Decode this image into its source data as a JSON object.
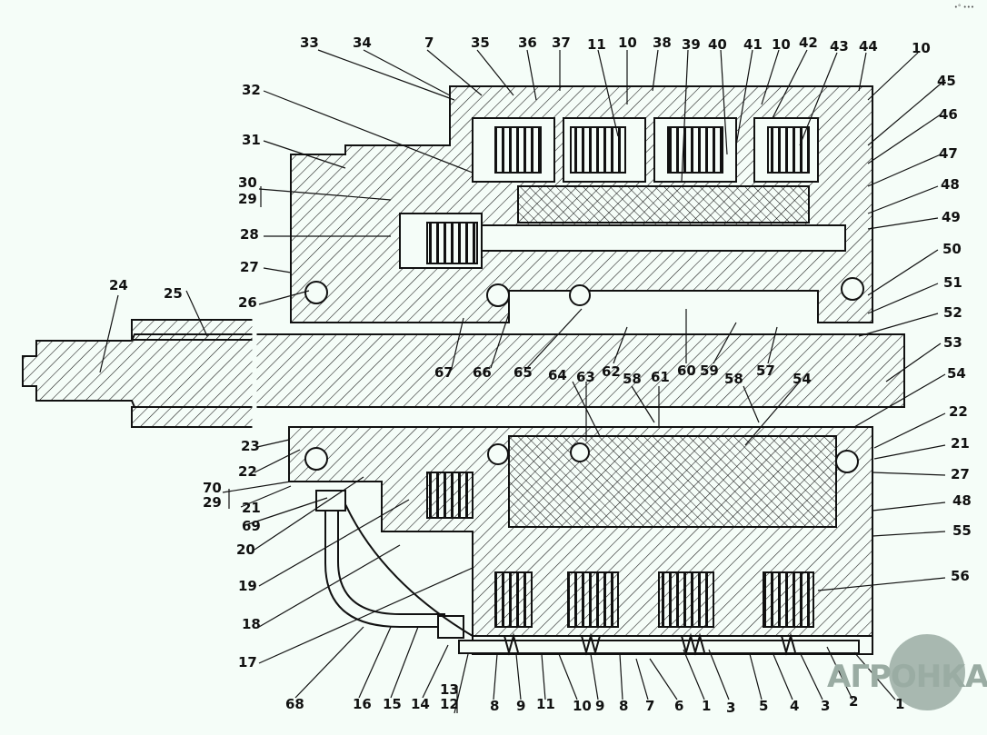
{
  "title": "Gearbox with hydraulically actuated multi-plate clutches – sectional view",
  "corner_mark": "•° •••",
  "watermark": {
    "text": "АГРОНКА",
    "color": "#9aaca3"
  },
  "colors": {
    "background": "#f5fdf8",
    "ink": "#111111"
  },
  "callouts": [
    {
      "id": "c33",
      "text": "33"
    },
    {
      "id": "c34",
      "text": "34"
    },
    {
      "id": "c7a",
      "text": "7"
    },
    {
      "id": "c35",
      "text": "35"
    },
    {
      "id": "c36",
      "text": "36"
    },
    {
      "id": "c37",
      "text": "37"
    },
    {
      "id": "c11a",
      "text": "11"
    },
    {
      "id": "c10a",
      "text": "10"
    },
    {
      "id": "c38",
      "text": "38"
    },
    {
      "id": "c39",
      "text": "39"
    },
    {
      "id": "c40",
      "text": "40"
    },
    {
      "id": "c41",
      "text": "41"
    },
    {
      "id": "c10b",
      "text": "10"
    },
    {
      "id": "c42",
      "text": "42"
    },
    {
      "id": "c43",
      "text": "43"
    },
    {
      "id": "c44",
      "text": "44"
    },
    {
      "id": "c10c",
      "text": "10"
    },
    {
      "id": "c45",
      "text": "45"
    },
    {
      "id": "c46",
      "text": "46"
    },
    {
      "id": "c47",
      "text": "47"
    },
    {
      "id": "c48a",
      "text": "48"
    },
    {
      "id": "c49",
      "text": "49"
    },
    {
      "id": "c50",
      "text": "50"
    },
    {
      "id": "c51",
      "text": "51"
    },
    {
      "id": "c52",
      "text": "52"
    },
    {
      "id": "c53",
      "text": "53"
    },
    {
      "id": "c54a",
      "text": "54"
    },
    {
      "id": "c22b",
      "text": "22"
    },
    {
      "id": "c21b",
      "text": "21"
    },
    {
      "id": "c27b",
      "text": "27"
    },
    {
      "id": "c48b",
      "text": "48"
    },
    {
      "id": "c55",
      "text": "55"
    },
    {
      "id": "c56",
      "text": "56"
    },
    {
      "id": "c32",
      "text": "32"
    },
    {
      "id": "c31",
      "text": "31"
    },
    {
      "id": "c30",
      "text": "30"
    },
    {
      "id": "c29a",
      "text": "29"
    },
    {
      "id": "c28",
      "text": "28"
    },
    {
      "id": "c27a",
      "text": "27"
    },
    {
      "id": "c26",
      "text": "26"
    },
    {
      "id": "c24",
      "text": "24"
    },
    {
      "id": "c25",
      "text": "25"
    },
    {
      "id": "c67",
      "text": "67"
    },
    {
      "id": "c66",
      "text": "66"
    },
    {
      "id": "c65",
      "text": "65"
    },
    {
      "id": "c64",
      "text": "64"
    },
    {
      "id": "c63",
      "text": "63"
    },
    {
      "id": "c62",
      "text": "62"
    },
    {
      "id": "c58a",
      "text": "58"
    },
    {
      "id": "c61",
      "text": "61"
    },
    {
      "id": "c60",
      "text": "60"
    },
    {
      "id": "c59",
      "text": "59"
    },
    {
      "id": "c58b",
      "text": "58"
    },
    {
      "id": "c57",
      "text": "57"
    },
    {
      "id": "c54b",
      "text": "54"
    },
    {
      "id": "c23",
      "text": "23"
    },
    {
      "id": "c22a",
      "text": "22"
    },
    {
      "id": "c70",
      "text": "70"
    },
    {
      "id": "c29b",
      "text": "29"
    },
    {
      "id": "c21a",
      "text": "21"
    },
    {
      "id": "c69",
      "text": "69"
    },
    {
      "id": "c20",
      "text": "20"
    },
    {
      "id": "c19",
      "text": "19"
    },
    {
      "id": "c18",
      "text": "18"
    },
    {
      "id": "c17",
      "text": "17"
    },
    {
      "id": "c68",
      "text": "68"
    },
    {
      "id": "c16",
      "text": "16"
    },
    {
      "id": "c15",
      "text": "15"
    },
    {
      "id": "c14",
      "text": "14"
    },
    {
      "id": "c13",
      "text": "13"
    },
    {
      "id": "c12",
      "text": "12"
    },
    {
      "id": "c8a",
      "text": "8"
    },
    {
      "id": "c9a",
      "text": "9"
    },
    {
      "id": "c11b",
      "text": "11"
    },
    {
      "id": "c10d",
      "text": "10"
    },
    {
      "id": "c9b",
      "text": "9"
    },
    {
      "id": "c8b",
      "text": "8"
    },
    {
      "id": "c7b",
      "text": "7"
    },
    {
      "id": "c6",
      "text": "6"
    },
    {
      "id": "c1a",
      "text": "1"
    },
    {
      "id": "c3a",
      "text": "3"
    },
    {
      "id": "c5",
      "text": "5"
    },
    {
      "id": "c4",
      "text": "4"
    },
    {
      "id": "c3b",
      "text": "3"
    },
    {
      "id": "c2",
      "text": "2"
    },
    {
      "id": "c1b",
      "text": "1"
    }
  ]
}
